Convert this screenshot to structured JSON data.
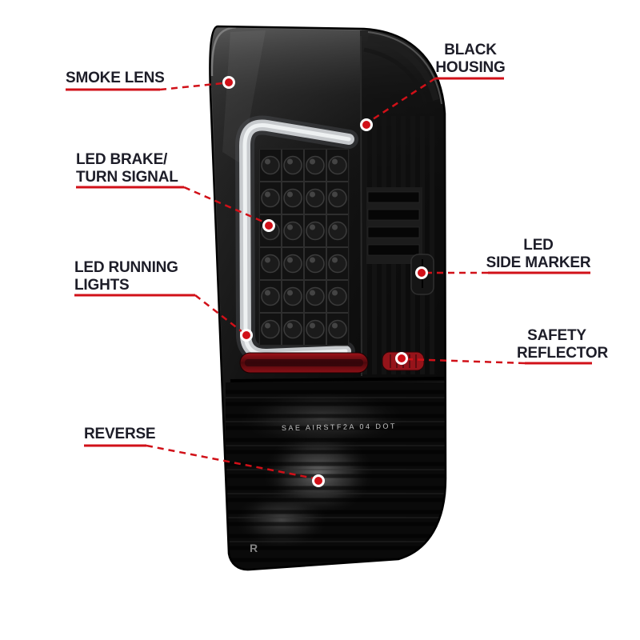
{
  "callouts": {
    "smoke_lens": {
      "label": "SMOKE LENS"
    },
    "black_housing": {
      "line1": "BLACK",
      "line2": "HOUSING"
    },
    "led_brake_turn_signal": {
      "line1": "LED BRAKE/",
      "line2": "TURN SIGNAL"
    },
    "led_running_lights": {
      "line1": "LED RUNNING",
      "line2": "LIGHTS"
    },
    "led_side_marker": {
      "line1": "LED",
      "line2": "SIDE MARKER"
    },
    "safety_reflector": {
      "line1": "SAFETY",
      "line2": "REFLECTOR"
    },
    "reverse": {
      "label": "REVERSE"
    }
  },
  "lamp_markings": {
    "lens_text": "SAE AIRSTF2A 04 DOT",
    "side_marking": "R"
  },
  "colors": {
    "accent_red": "#d11018",
    "label_text": "#1d1d28",
    "background": "#ffffff"
  }
}
